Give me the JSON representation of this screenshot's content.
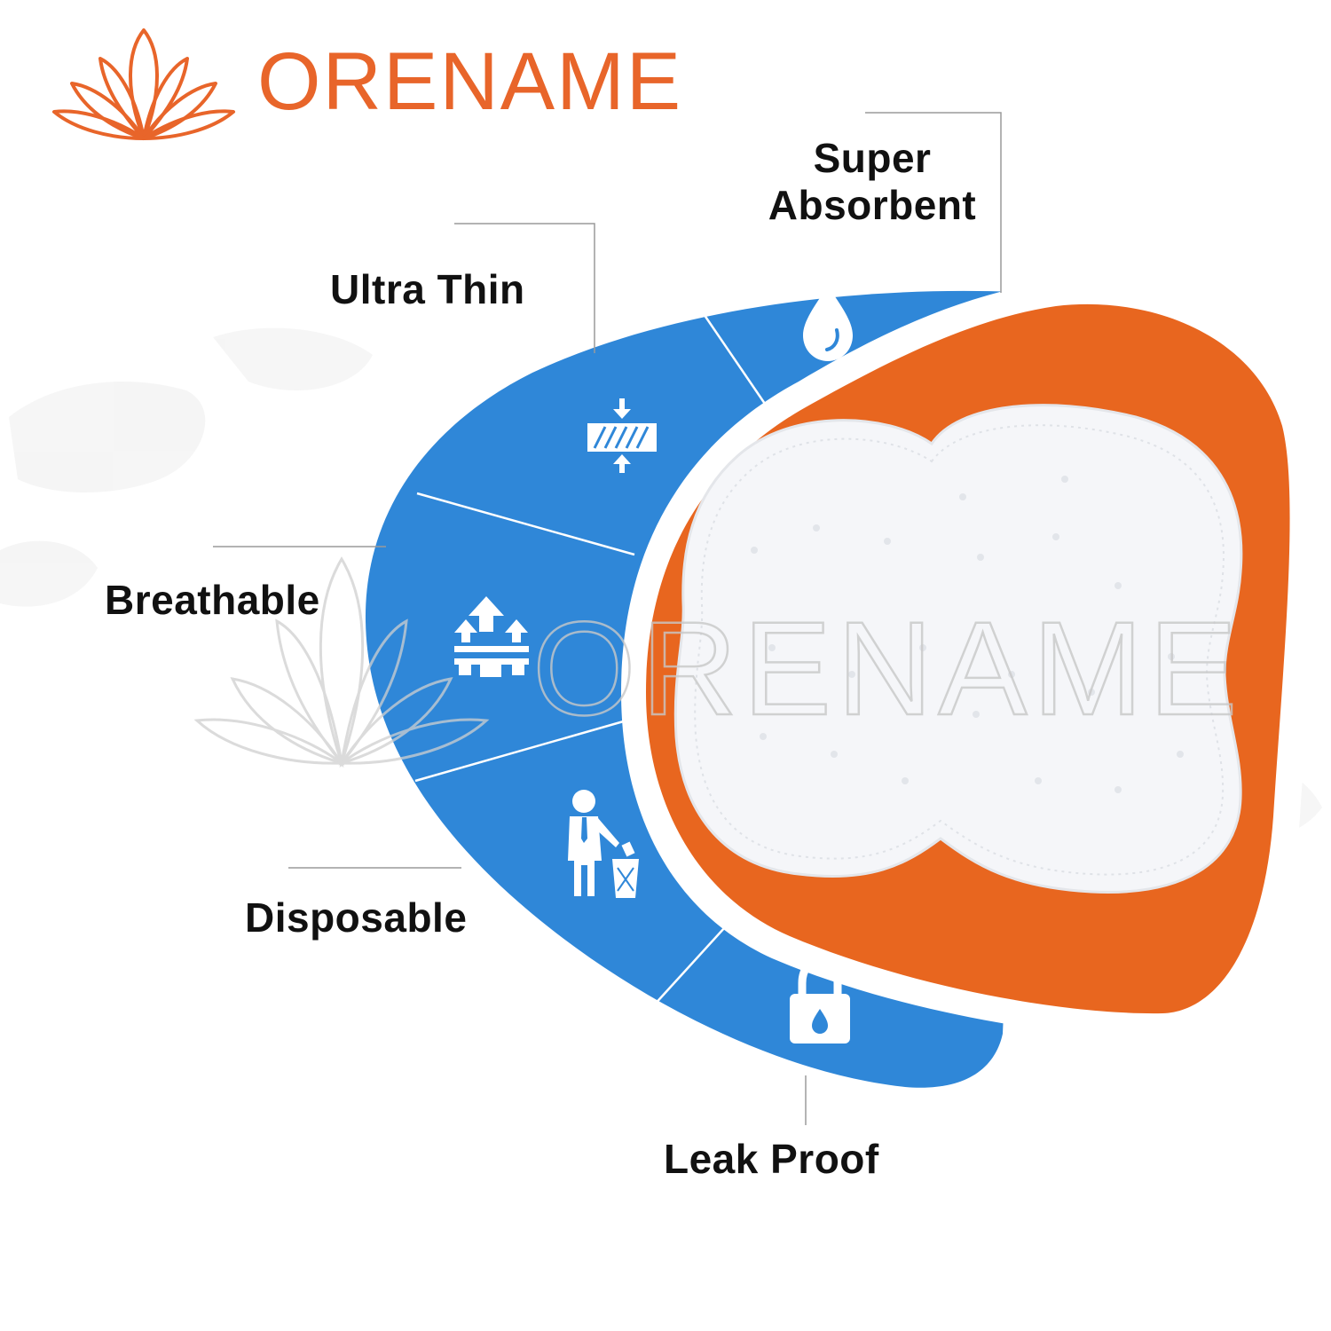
{
  "brand": {
    "name": "ORENAME",
    "watermark_text": "ORENAME"
  },
  "colors": {
    "brand_orange": "#e8652a",
    "panel_blue": "#2f87d8",
    "pad_orange": "#e8661f",
    "pad_white": "#f7f8fa",
    "label_text": "#111111",
    "leader_line": "#9a9a9a"
  },
  "features": [
    {
      "label": "Super Absorbent",
      "icon": "water-drop-icon"
    },
    {
      "label": "Ultra Thin",
      "icon": "compress-layer-icon"
    },
    {
      "label": "Breathable",
      "icon": "breathable-arrows-icon"
    },
    {
      "label": "Disposable",
      "icon": "person-trash-icon"
    },
    {
      "label": "Leak Proof",
      "icon": "padlock-drop-icon"
    }
  ]
}
